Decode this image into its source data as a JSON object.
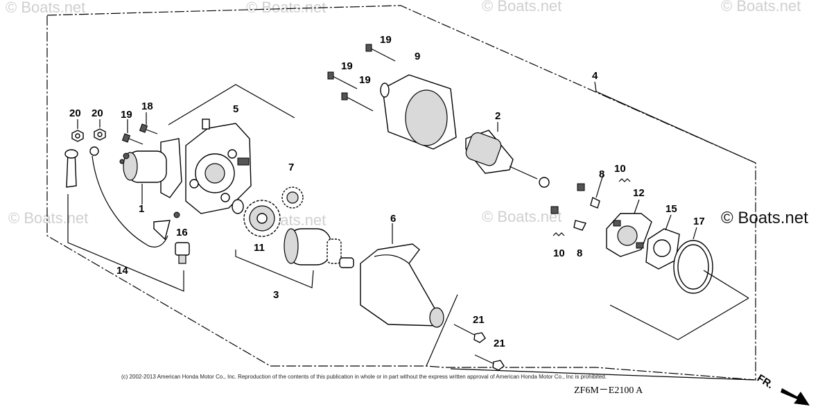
{
  "watermarks": {
    "brand": "© Boats.net"
  },
  "callouts": [
    {
      "id": "c1",
      "label": "1"
    },
    {
      "id": "c2",
      "label": "2"
    },
    {
      "id": "c3",
      "label": "3"
    },
    {
      "id": "c4",
      "label": "4"
    },
    {
      "id": "c5",
      "label": "5"
    },
    {
      "id": "c6",
      "label": "6"
    },
    {
      "id": "c7",
      "label": "7"
    },
    {
      "id": "c8a",
      "label": "8"
    },
    {
      "id": "c8b",
      "label": "8"
    },
    {
      "id": "c9",
      "label": "9"
    },
    {
      "id": "c10a",
      "label": "10"
    },
    {
      "id": "c10b",
      "label": "10"
    },
    {
      "id": "c11",
      "label": "11"
    },
    {
      "id": "c12",
      "label": "12"
    },
    {
      "id": "c14",
      "label": "14"
    },
    {
      "id": "c15",
      "label": "15"
    },
    {
      "id": "c16",
      "label": "16"
    },
    {
      "id": "c17",
      "label": "17"
    },
    {
      "id": "c18",
      "label": "18"
    },
    {
      "id": "c19a",
      "label": "19"
    },
    {
      "id": "c19b",
      "label": "19"
    },
    {
      "id": "c19c",
      "label": "19"
    },
    {
      "id": "c19d",
      "label": "19"
    },
    {
      "id": "c20a",
      "label": "20"
    },
    {
      "id": "c20b",
      "label": "20"
    },
    {
      "id": "c21a",
      "label": "21"
    },
    {
      "id": "c21b",
      "label": "21"
    }
  ],
  "footer": {
    "copyright": "(c) 2002-2013 American Honda Motor Co., Inc. Reproduction of the contents of this publication in whole or in part without the express written approval of American Honda Motor Co., Inc is prohibited.",
    "diagram_code": "ZF6M－E2100 A",
    "direction": "FR."
  }
}
